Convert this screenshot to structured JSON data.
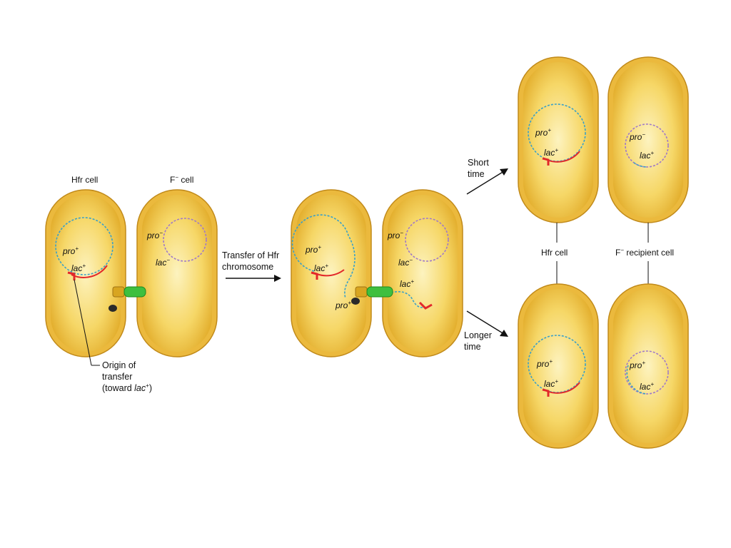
{
  "labels": {
    "hfr_cell": "Hfr cell",
    "f_minus_cell": "F",
    "f_minus_cell_suffix": " cell",
    "minus_sign": "−",
    "plus_sign": "+",
    "transfer_line1": "Transfer of Hfr",
    "transfer_line2": "chromosome",
    "origin_line1": "Origin of",
    "origin_line2": "transfer",
    "origin_line3_prefix": "(toward ",
    "origin_line3_gene": "lac",
    "origin_line3_sup": "+",
    "origin_line3_suffix": ")",
    "short_line1": "Short",
    "short_line2": "time",
    "longer_line1": "Longer",
    "longer_line2": "time",
    "hfr_cell_right": "Hfr cell",
    "f_minus_recipient": "F",
    "f_minus_recipient_suffix": " recipient cell"
  },
  "genes": {
    "pro": "pro",
    "lac": "lac"
  },
  "colors": {
    "cell_outer": "#e6b53a",
    "cell_inner": "#fbe79a",
    "cell_edge": "#c8901c",
    "hfr_dna": "#3aa0c8",
    "f_dna": "#a07ac8",
    "lac_segment": "#e2282a",
    "pilus": "#3fbf3f",
    "pore": "#d8a520",
    "enzyme": "#2a2a2a"
  }
}
